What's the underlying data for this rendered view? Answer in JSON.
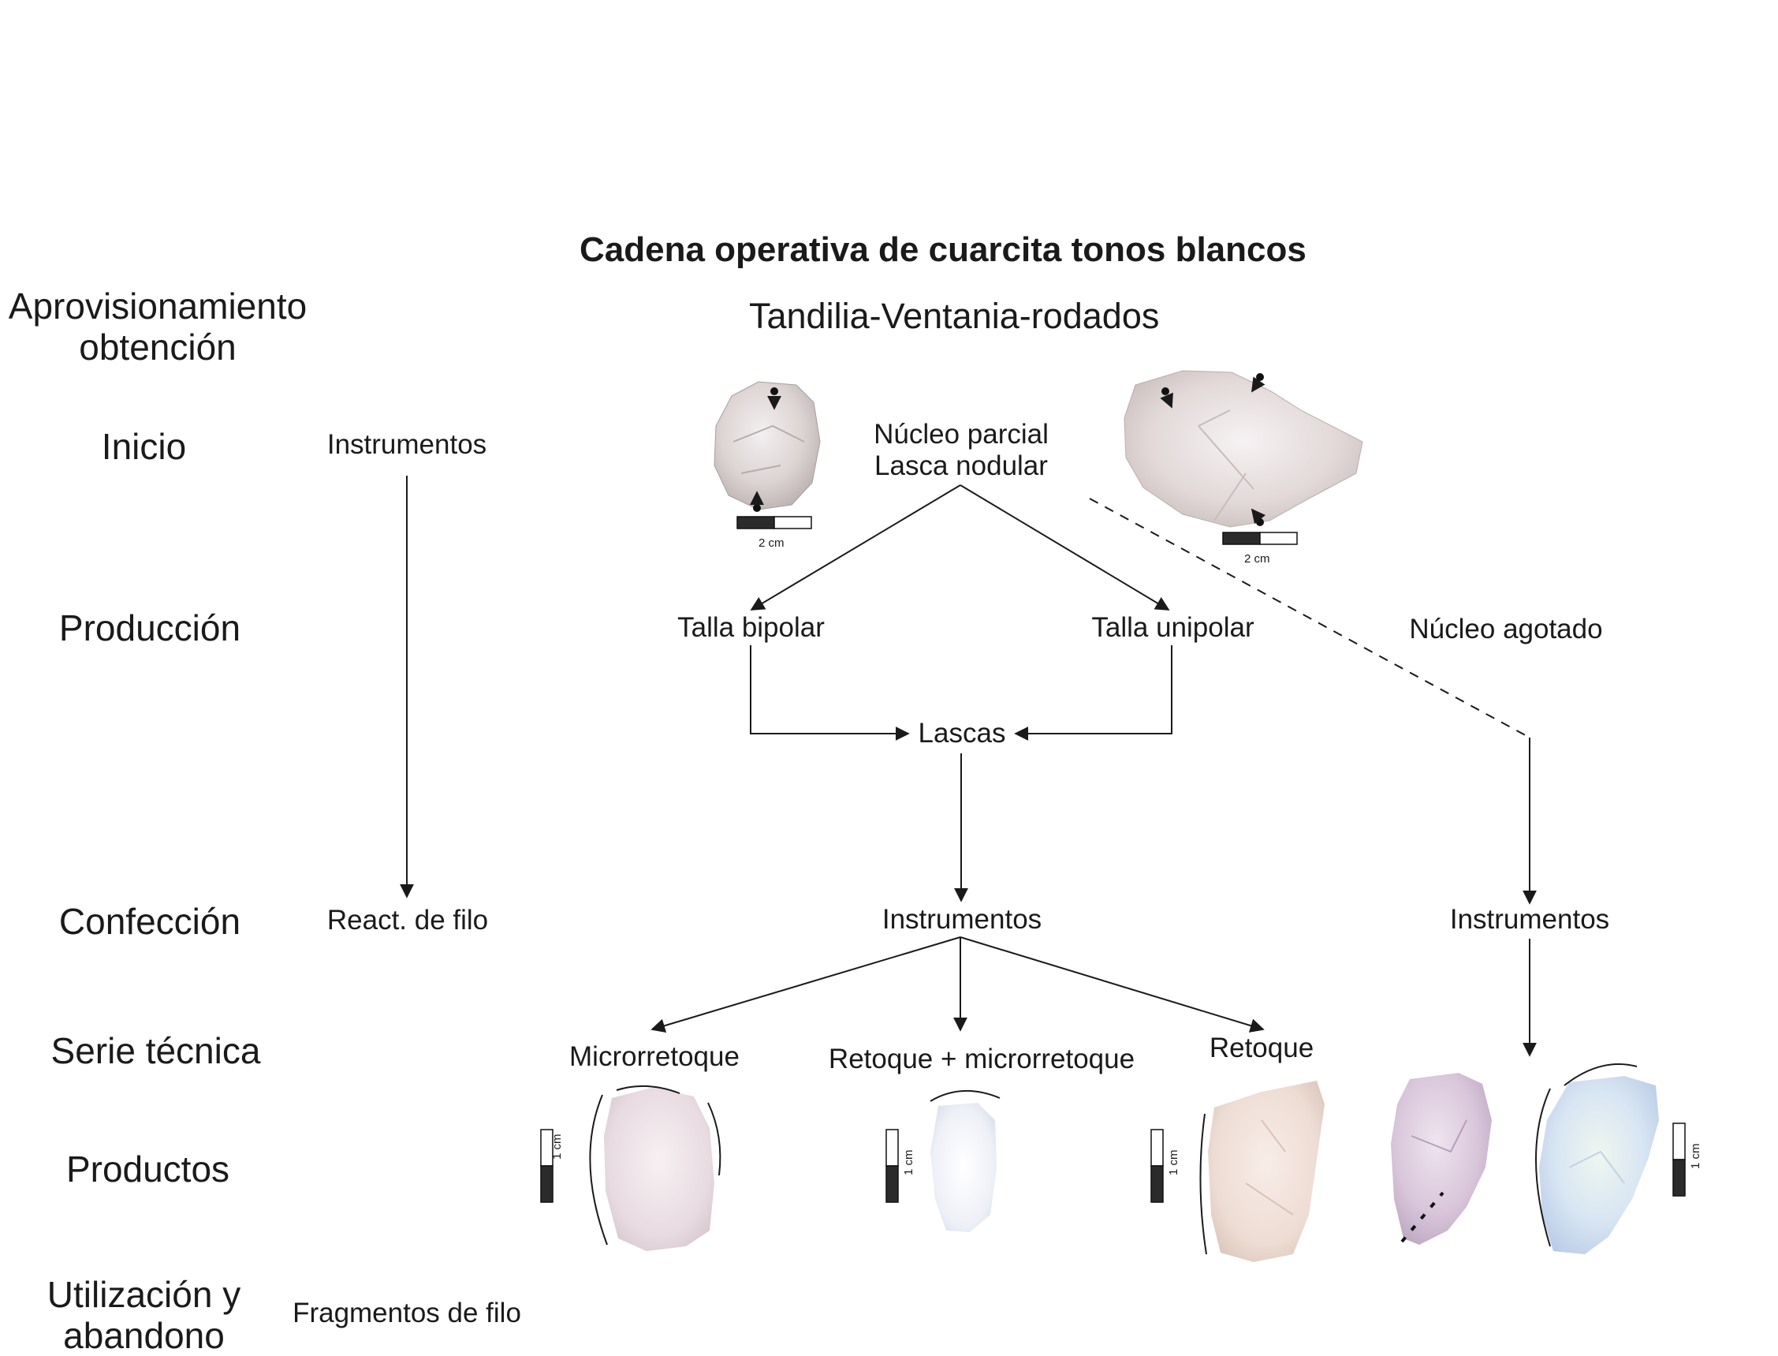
{
  "title": "Cadena operativa de cuarcita tonos blancos",
  "subtitle": "Tandilia-Ventania-rodados",
  "stages": {
    "aprovisionamiento": "Aprovisionamiento\nobtención",
    "inicio": "Inicio",
    "produccion": "Producción",
    "confeccion": "Confección",
    "serie_tecnica": "Serie técnica",
    "productos": "Productos",
    "utilizacion": "Utilización y\nabandono"
  },
  "left_column": {
    "instrumentos": "Instrumentos",
    "react_filo": "React. de filo",
    "fragmentos": "Fragmentos de filo"
  },
  "nodes": {
    "nucleo_parcial": "Núcleo parcial",
    "lasca_nodular": "Lasca nodular",
    "talla_bipolar": "Talla bipolar",
    "talla_unipolar": "Talla unipolar",
    "nucleo_agotado": "Núcleo agotado",
    "lascas": "Lascas",
    "instrumentos_center": "Instrumentos",
    "instrumentos_right": "Instrumentos",
    "microrretoque": "Microrretoque",
    "retoque_micro": "Retoque + microrretoque",
    "retoque": "Retoque"
  },
  "scales": {
    "two_cm": "2 cm",
    "one_cm": "1 cm"
  },
  "colors": {
    "line": "#1a1a1a",
    "scale_dark": "#2b2b2b"
  }
}
